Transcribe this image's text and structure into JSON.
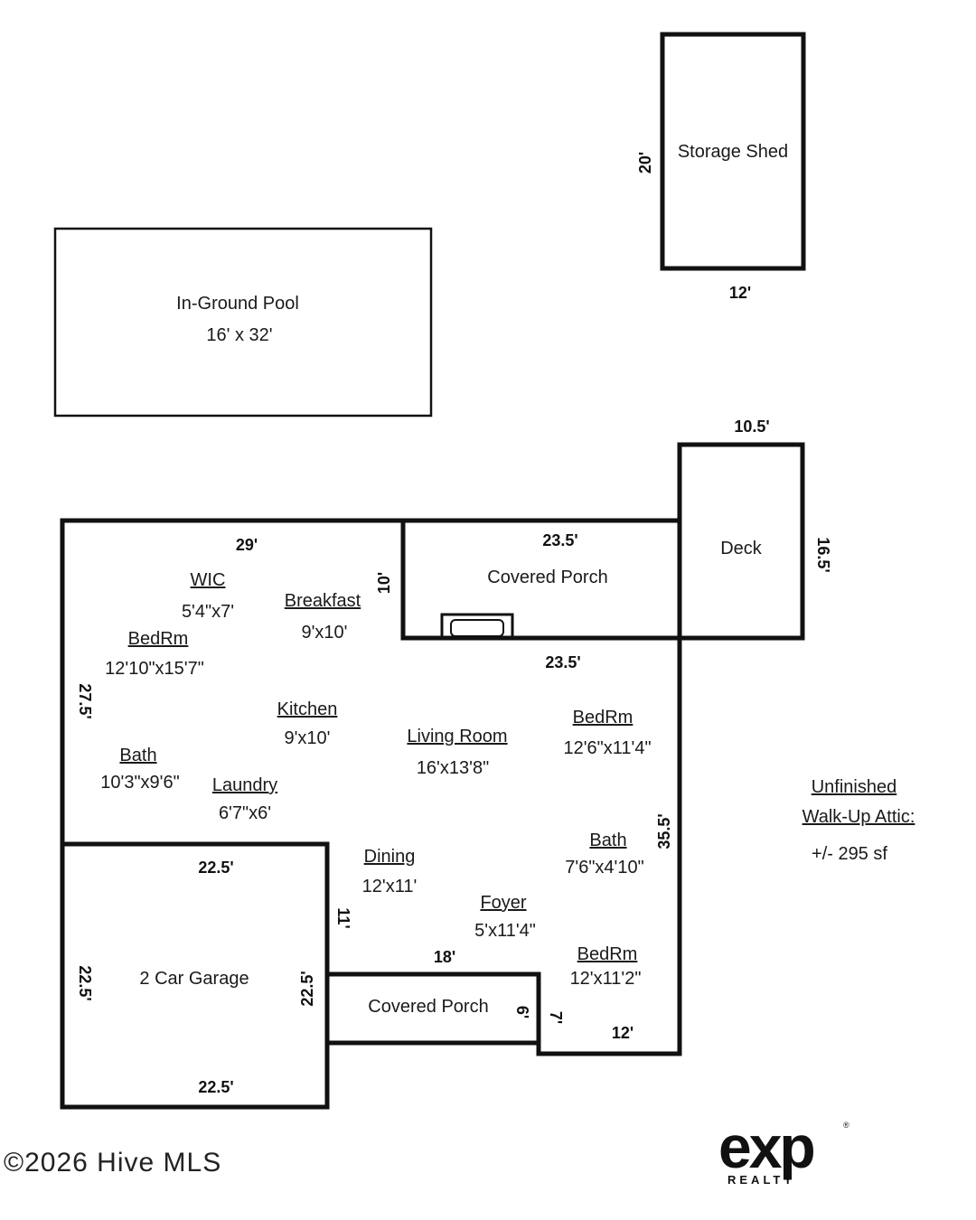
{
  "structures": {
    "shed": {
      "name": "Storage Shed",
      "dim_side": "20'",
      "dim_bottom": "12'"
    },
    "pool": {
      "name": "In-Ground Pool",
      "size": "16' x 32'"
    },
    "deck": {
      "name": "Deck",
      "dim_top": "10.5'",
      "dim_side": "16.5'"
    },
    "covered_porch_rear": {
      "name": "Covered Porch",
      "dim_top": "23.5'",
      "dim_bottom": "23.5'",
      "dim_left": "10'"
    },
    "house": {
      "dim_top": "29'",
      "dim_left": "27.5'",
      "dim_right": "35.5'",
      "dim_bottom_right": "12'",
      "dim_step": "7'"
    },
    "garage": {
      "name": "2 Car Garage",
      "dim_top": "22.5'",
      "dim_bottom": "22.5'",
      "dim_left": "22.5'",
      "dim_right": "22.5'"
    },
    "covered_porch_front": {
      "name": "Covered Porch",
      "dim_top": "18'",
      "dim_right": "6'",
      "dim_left": "11'"
    }
  },
  "rooms": [
    {
      "name": "WIC",
      "size": "5'4\"x7'"
    },
    {
      "name": "Breakfast",
      "size": "9'x10'"
    },
    {
      "name": "BedRm",
      "size": "12'10\"x15'7\""
    },
    {
      "name": "Kitchen",
      "size": "9'x10'"
    },
    {
      "name": "Living Room",
      "size": "16'x13'8\""
    },
    {
      "name": "BedRm",
      "size": "12'6\"x11'4\""
    },
    {
      "name": "Bath",
      "size": "10'3\"x9'6\""
    },
    {
      "name": "Laundry",
      "size": "6'7\"x6'"
    },
    {
      "name": "Dining",
      "size": "12'x11'"
    },
    {
      "name": "Bath",
      "size": "7'6\"x4'10\""
    },
    {
      "name": "Foyer",
      "size": "5'x11'4\""
    },
    {
      "name": "BedRm",
      "size": "12'x11'2\""
    }
  ],
  "attic": {
    "title_line1": "Unfinished",
    "title_line2": "Walk-Up Attic:",
    "area": "+/- 295 sf"
  },
  "footer": {
    "copyright": "©2026 Hive MLS"
  },
  "logo": {
    "main": "exp",
    "sub": "REALTY",
    "reg": "®"
  }
}
